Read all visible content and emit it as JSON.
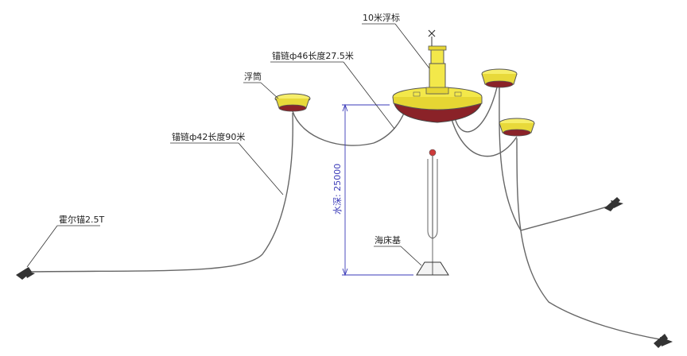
{
  "labels": {
    "buoy_10m": "10米浮标",
    "chain_46": "锚链ф46长度27.5米",
    "float_drum": "浮筒",
    "chain_42": "锚链ф42长度90米",
    "anchor": "霍尔锚2.5T",
    "water_depth": "水深: 25000",
    "seabed_base": "海床基"
  },
  "colors": {
    "buoy_yellow": "#f3e84a",
    "buoy_dark": "#8a2228",
    "chain": "#555555",
    "dimension": "#3a3ab8"
  }
}
